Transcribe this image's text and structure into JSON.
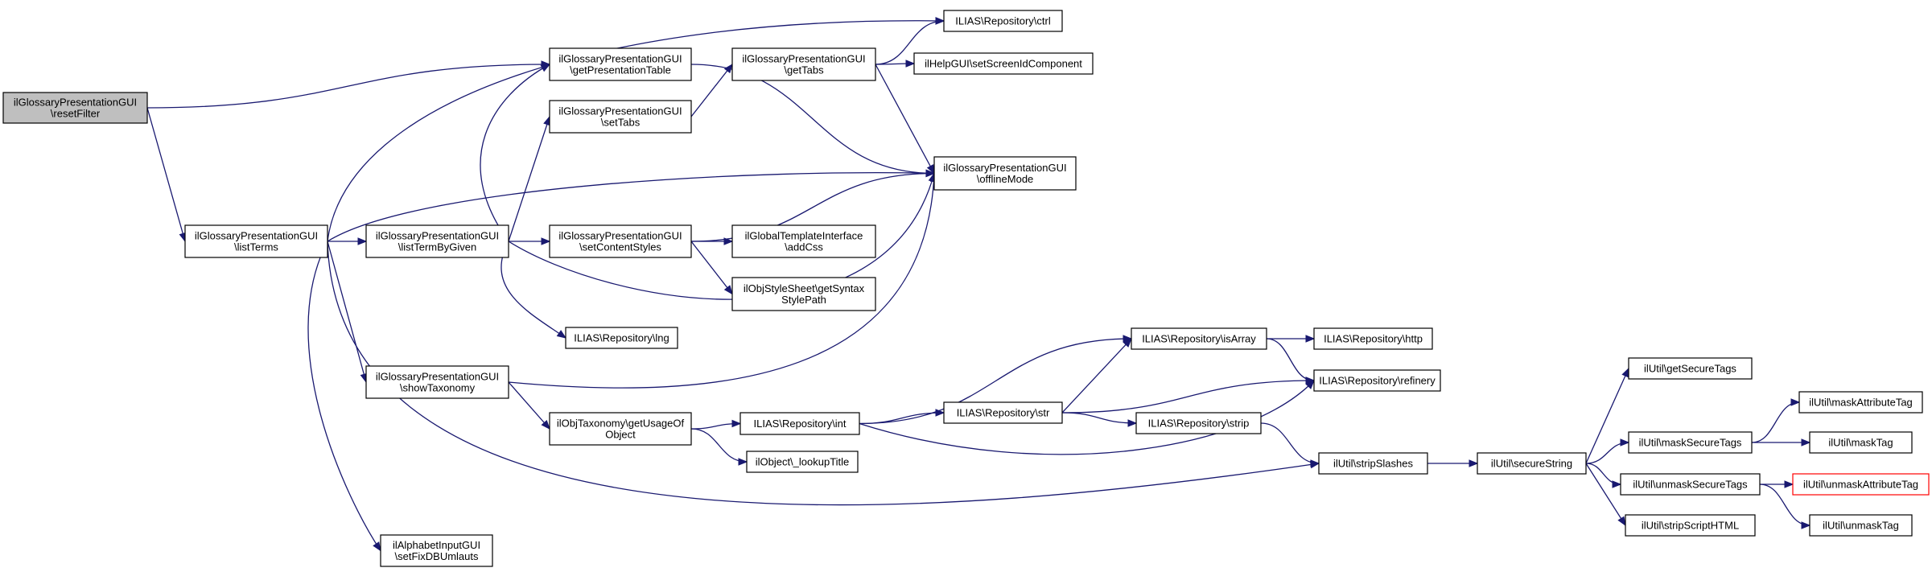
{
  "diagram": {
    "type": "call-graph",
    "nodes": [
      {
        "id": "resetFilter",
        "lines": [
          "ilGlossaryPresentationGUI",
          "\\resetFilter"
        ],
        "style": "root"
      },
      {
        "id": "listTerms",
        "lines": [
          "ilGlossaryPresentationGUI",
          "\\listTerms"
        ]
      },
      {
        "id": "getPresentationTable",
        "lines": [
          "ilGlossaryPresentationGUI",
          "\\getPresentationTable"
        ]
      },
      {
        "id": "setTabs",
        "lines": [
          "ilGlossaryPresentationGUI",
          "\\setTabs"
        ]
      },
      {
        "id": "listTermByGiven",
        "lines": [
          "ilGlossaryPresentationGUI",
          "\\listTermByGiven"
        ]
      },
      {
        "id": "showTaxonomy",
        "lines": [
          "ilGlossaryPresentationGUI",
          "\\showTaxonomy"
        ]
      },
      {
        "id": "setFixDBUmlauts",
        "lines": [
          "ilAlphabetInputGUI",
          "\\setFixDBUmlauts"
        ]
      },
      {
        "id": "getTabs",
        "lines": [
          "ilGlossaryPresentationGUI",
          "\\getTabs"
        ]
      },
      {
        "id": "setContentStyles",
        "lines": [
          "ilGlossaryPresentationGUI",
          "\\setContentStyles"
        ]
      },
      {
        "id": "lng",
        "lines": [
          "ILIAS\\Repository\\lng"
        ]
      },
      {
        "id": "getUsageOfObject",
        "lines": [
          "ilObjTaxonomy\\getUsageOf",
          "Object"
        ]
      },
      {
        "id": "ctrl",
        "lines": [
          "ILIAS\\Repository\\ctrl"
        ]
      },
      {
        "id": "setScreenIdComponent",
        "lines": [
          "ilHelpGUI\\setScreenIdComponent"
        ]
      },
      {
        "id": "offlineMode",
        "lines": [
          "ilGlossaryPresentationGUI",
          "\\offlineMode"
        ]
      },
      {
        "id": "addCss",
        "lines": [
          "ilGlobalTemplateInterface",
          "\\addCss"
        ]
      },
      {
        "id": "getSyntaxStylePath",
        "lines": [
          "ilObjStyleSheet\\getSyntax",
          "StylePath"
        ]
      },
      {
        "id": "int",
        "lines": [
          "ILIAS\\Repository\\int"
        ]
      },
      {
        "id": "lookupTitle",
        "lines": [
          "ilObject\\_lookupTitle"
        ]
      },
      {
        "id": "isArray",
        "lines": [
          "ILIAS\\Repository\\isArray"
        ]
      },
      {
        "id": "str",
        "lines": [
          "ILIAS\\Repository\\str"
        ]
      },
      {
        "id": "strip",
        "lines": [
          "ILIAS\\Repository\\strip"
        ]
      },
      {
        "id": "http",
        "lines": [
          "ILIAS\\Repository\\http"
        ]
      },
      {
        "id": "refinery",
        "lines": [
          "ILIAS\\Repository\\refinery"
        ]
      },
      {
        "id": "stripSlashes",
        "lines": [
          "ilUtil\\stripSlashes"
        ]
      },
      {
        "id": "secureString",
        "lines": [
          "ilUtil\\secureString"
        ]
      },
      {
        "id": "getSecureTags",
        "lines": [
          "ilUtil\\getSecureTags"
        ]
      },
      {
        "id": "maskSecureTags",
        "lines": [
          "ilUtil\\maskSecureTags"
        ]
      },
      {
        "id": "unmaskSecureTags",
        "lines": [
          "ilUtil\\unmaskSecureTags"
        ]
      },
      {
        "id": "stripScriptHTML",
        "lines": [
          "ilUtil\\stripScriptHTML"
        ]
      },
      {
        "id": "maskAttributeTag",
        "lines": [
          "ilUtil\\maskAttributeTag"
        ]
      },
      {
        "id": "maskTag",
        "lines": [
          "ilUtil\\maskTag"
        ]
      },
      {
        "id": "unmaskAttributeTag",
        "lines": [
          "ilUtil\\unmaskAttributeTag"
        ],
        "style": "truncated"
      },
      {
        "id": "unmaskTag",
        "lines": [
          "ilUtil\\unmaskTag"
        ]
      }
    ],
    "edges": [
      [
        "resetFilter",
        "getPresentationTable"
      ],
      [
        "resetFilter",
        "listTerms"
      ],
      [
        "listTerms",
        "ctrl"
      ],
      [
        "listTerms",
        "listTermByGiven"
      ],
      [
        "listTerms",
        "offlineMode"
      ],
      [
        "listTerms",
        "showTaxonomy"
      ],
      [
        "listTerms",
        "setFixDBUmlauts"
      ],
      [
        "listTerms",
        "stripSlashes"
      ],
      [
        "listTermByGiven",
        "getPresentationTable"
      ],
      [
        "listTermByGiven",
        "setTabs"
      ],
      [
        "listTermByGiven",
        "setContentStyles"
      ],
      [
        "listTermByGiven",
        "lng"
      ],
      [
        "listTermByGiven",
        "offlineMode"
      ],
      [
        "getPresentationTable",
        "offlineMode"
      ],
      [
        "setTabs",
        "getTabs"
      ],
      [
        "getTabs",
        "ctrl"
      ],
      [
        "getTabs",
        "setScreenIdComponent"
      ],
      [
        "getTabs",
        "offlineMode"
      ],
      [
        "setContentStyles",
        "offlineMode"
      ],
      [
        "setContentStyles",
        "addCss"
      ],
      [
        "setContentStyles",
        "getSyntaxStylePath"
      ],
      [
        "showTaxonomy",
        "offlineMode"
      ],
      [
        "showTaxonomy",
        "getUsageOfObject"
      ],
      [
        "getUsageOfObject",
        "int"
      ],
      [
        "getUsageOfObject",
        "lookupTitle"
      ],
      [
        "int",
        "isArray"
      ],
      [
        "int",
        "str"
      ],
      [
        "int",
        "refinery"
      ],
      [
        "str",
        "isArray"
      ],
      [
        "str",
        "refinery"
      ],
      [
        "str",
        "strip"
      ],
      [
        "isArray",
        "http"
      ],
      [
        "isArray",
        "refinery"
      ],
      [
        "strip",
        "stripSlashes"
      ],
      [
        "stripSlashes",
        "secureString"
      ],
      [
        "secureString",
        "getSecureTags"
      ],
      [
        "secureString",
        "maskSecureTags"
      ],
      [
        "secureString",
        "unmaskSecureTags"
      ],
      [
        "secureString",
        "stripScriptHTML"
      ],
      [
        "maskSecureTags",
        "maskAttributeTag"
      ],
      [
        "maskSecureTags",
        "maskTag"
      ],
      [
        "unmaskSecureTags",
        "unmaskAttributeTag"
      ],
      [
        "unmaskSecureTags",
        "unmaskTag"
      ]
    ]
  }
}
